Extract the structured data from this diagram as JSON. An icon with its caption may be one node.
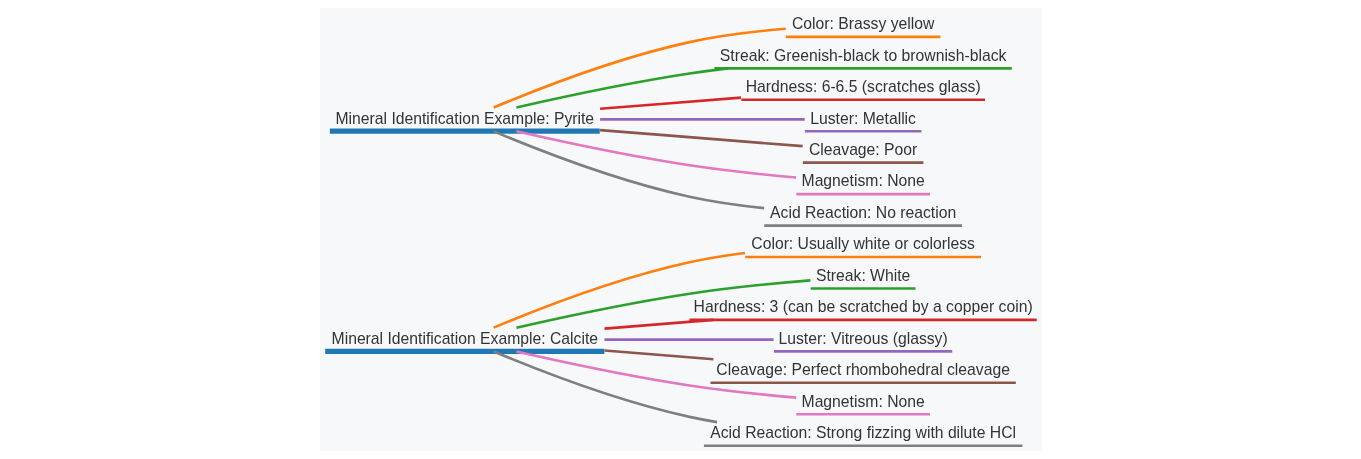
{
  "diagram": {
    "nodes": [
      {
        "text": [
          "Mineral Identification Example: Calcite"
        ]
      },
      {
        "text": [
          "Color: Usually white or colorless"
        ]
      },
      {
        "text": [
          "Streak: White"
        ]
      },
      {
        "text": [
          "Hardness: 3 (can be scratched by a copper coin)"
        ]
      },
      {
        "text": [
          "Luster: Vitreous (glassy)"
        ]
      },
      {
        "text": [
          "Cleavage: Perfect rhombohedral cleavage"
        ]
      },
      {
        "text": [
          "Magnetism: None"
        ]
      },
      {
        "text": [
          "Acid Reaction: Strong fizzing with dilute HCl"
        ]
      },
      {
        "text": [
          "Mineral Identification Example: Pyrite"
        ]
      },
      {
        "text": [
          "Color: Brassy yellow"
        ]
      },
      {
        "text": [
          "Streak: Greenish-black to brownish-black"
        ]
      },
      {
        "text": [
          "Hardness: 6-6.5 (scratches glass)"
        ]
      },
      {
        "text": [
          "Luster: Metallic"
        ]
      },
      {
        "text": [
          "Cleavage: Poor"
        ]
      },
      {
        "text": [
          "Magnetism: None"
        ]
      },
      {
        "text": [
          "Acid Reaction: No reaction"
        ]
      }
    ],
    "edges": [
      {
        "from": 0,
        "to": 1,
        "arrow": "none",
        "color": "#ff7f0e"
      },
      {
        "from": 0,
        "to": 2,
        "arrow": "none",
        "color": "#2ca02c"
      },
      {
        "from": 0,
        "to": 3,
        "arrow": "none",
        "color": "#d62728"
      },
      {
        "from": 0,
        "to": 4,
        "arrow": "none",
        "color": "#9467bd"
      },
      {
        "from": 0,
        "to": 5,
        "arrow": "none",
        "color": "#8c564b"
      },
      {
        "from": 0,
        "to": 6,
        "arrow": "none",
        "color": "#e377c2"
      },
      {
        "from": 0,
        "to": 7,
        "arrow": "none",
        "color": "#7f7f7f"
      },
      {
        "from": 8,
        "to": 9,
        "arrow": "none",
        "color": "#ff7f0e"
      },
      {
        "from": 8,
        "to": 10,
        "arrow": "none",
        "color": "#2ca02c"
      },
      {
        "from": 8,
        "to": 11,
        "arrow": "none",
        "color": "#d62728"
      },
      {
        "from": 8,
        "to": 12,
        "arrow": "none",
        "color": "#9467bd"
      },
      {
        "from": 8,
        "to": 13,
        "arrow": "none",
        "color": "#8c564b"
      },
      {
        "from": 8,
        "to": 14,
        "arrow": "none",
        "color": "#e377c2"
      },
      {
        "from": 8,
        "to": 15,
        "arrow": "none",
        "color": "#7f7f7f"
      }
    ]
  }
}
